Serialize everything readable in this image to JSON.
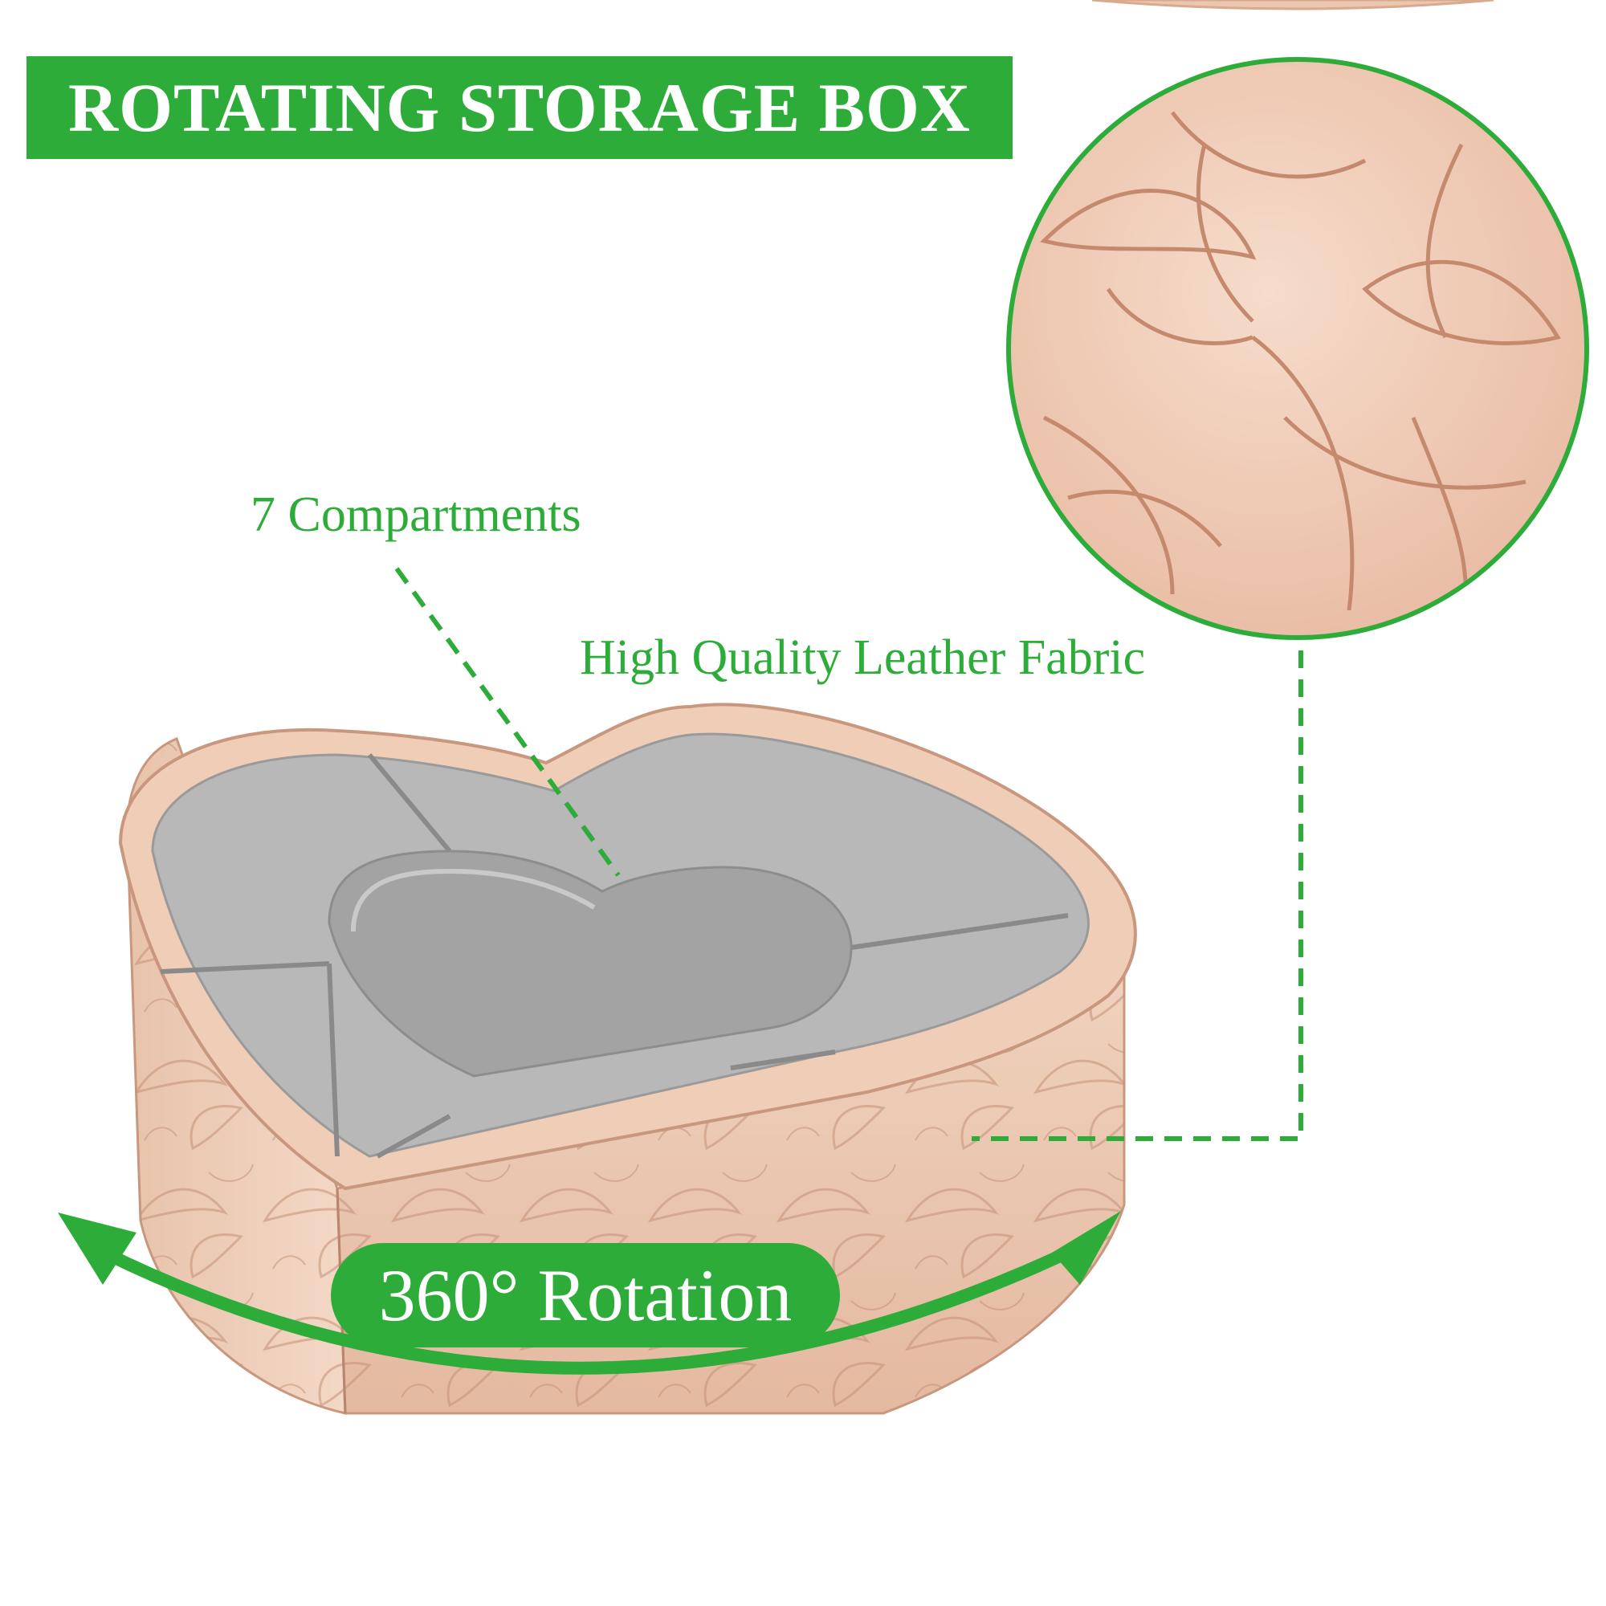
{
  "banner": {
    "title": "ROTATING STORAGE BOX"
  },
  "callouts": {
    "compartments": "7 Compartments",
    "leather": "High Quality Leather Fabric",
    "rotation": "360° Rotation"
  },
  "colors": {
    "accent_green": "#2eac3a",
    "leather": "#ecc7b0",
    "leather_dark": "#b8846a",
    "insert_gray": "#a9a9a9",
    "background": "#ffffff"
  },
  "icons": {
    "rotation_arrow": "double-headed-curved-arrow-icon",
    "leader_lines": "dashed-leader-line"
  }
}
